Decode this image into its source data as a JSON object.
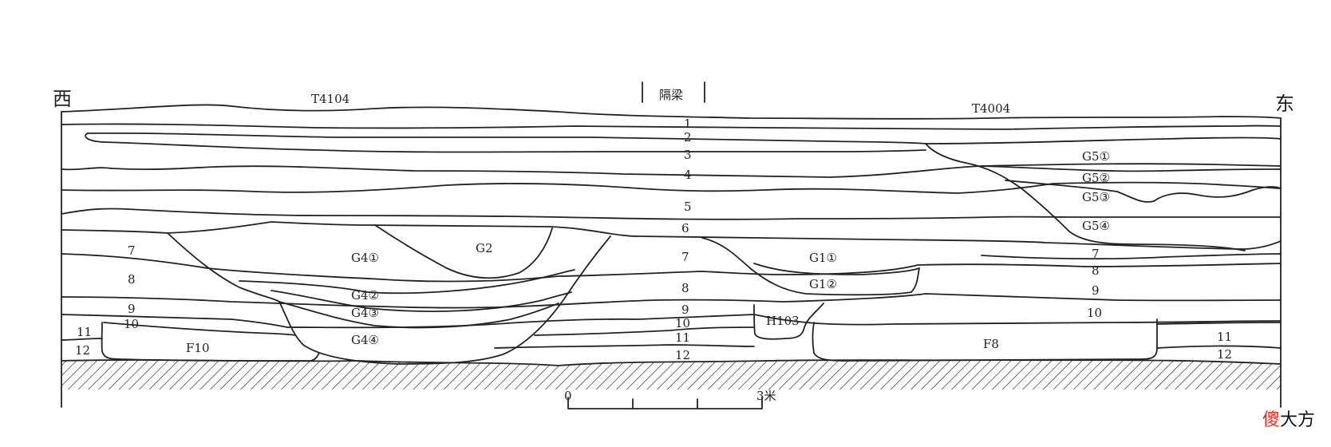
{
  "header": {
    "west": "西",
    "east": "东",
    "trench_west": "T4104",
    "trench_east": "T4004",
    "baulk": "隔梁"
  },
  "scale_bar": {
    "start": "0",
    "end": "3米"
  },
  "watermark": {
    "part1": "傻",
    "part2": "大方"
  },
  "layers": {
    "l1": "1",
    "l2": "2",
    "l3": "3",
    "l4": "4",
    "l5": "5",
    "l6": "6",
    "l7a": "7",
    "l7b": "7",
    "l7c": "7",
    "l8a": "8",
    "l8b": "8",
    "l8c": "8",
    "l9a": "9",
    "l9b": "9",
    "l9c": "9",
    "l10a": "10",
    "l10b": "10",
    "l10c": "10",
    "l11a": "11",
    "l11b": "11",
    "l11c": "11",
    "l12a": "12",
    "l12b": "12",
    "l12c": "12"
  },
  "features": {
    "g4_1": "G4①",
    "g4_2": "G4②",
    "g4_3": "G4③",
    "g4_4": "G4④",
    "g2": "G2",
    "g1_1": "G1①",
    "g1_2": "G1②",
    "g5_1": "G5①",
    "g5_2": "G5②",
    "g5_3": "G5③",
    "g5_4": "G5④",
    "h103": "H103",
    "f10": "F10",
    "f8": "F8"
  }
}
